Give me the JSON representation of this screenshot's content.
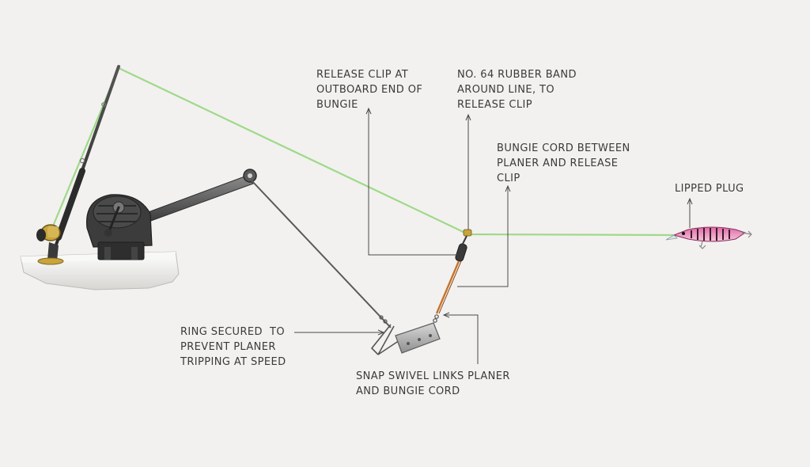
{
  "labels": {
    "release_clip": "RELEASE CLIP AT\nOUTBOARD END OF\nBUNGIE",
    "rubber_band": "NO. 64 RUBBER BAND\nAROUND LINE, TO\nRELEASE CLIP",
    "bungie_cord": "BUNGIE CORD BETWEEN\nPLANER AND RELEASE\nCLIP",
    "lipped_plug": "LIPPED PLUG",
    "ring_secured": "RING SECURED  TO\nPREVENT PLANER\nTRIPPING AT SPEED",
    "snap_swivel": "SNAP SWIVEL LINKS PLANER\nAND BUNGIE CORD"
  },
  "colors": {
    "background": "#f2f1ef",
    "fishing_line": "#9fd98a",
    "leader_line": "#5a5a5a",
    "bungie": "#c8732a",
    "reel_gold": "#c9a43a",
    "boat_hull": "#e4e3e0",
    "lure": "#d94e8f"
  }
}
